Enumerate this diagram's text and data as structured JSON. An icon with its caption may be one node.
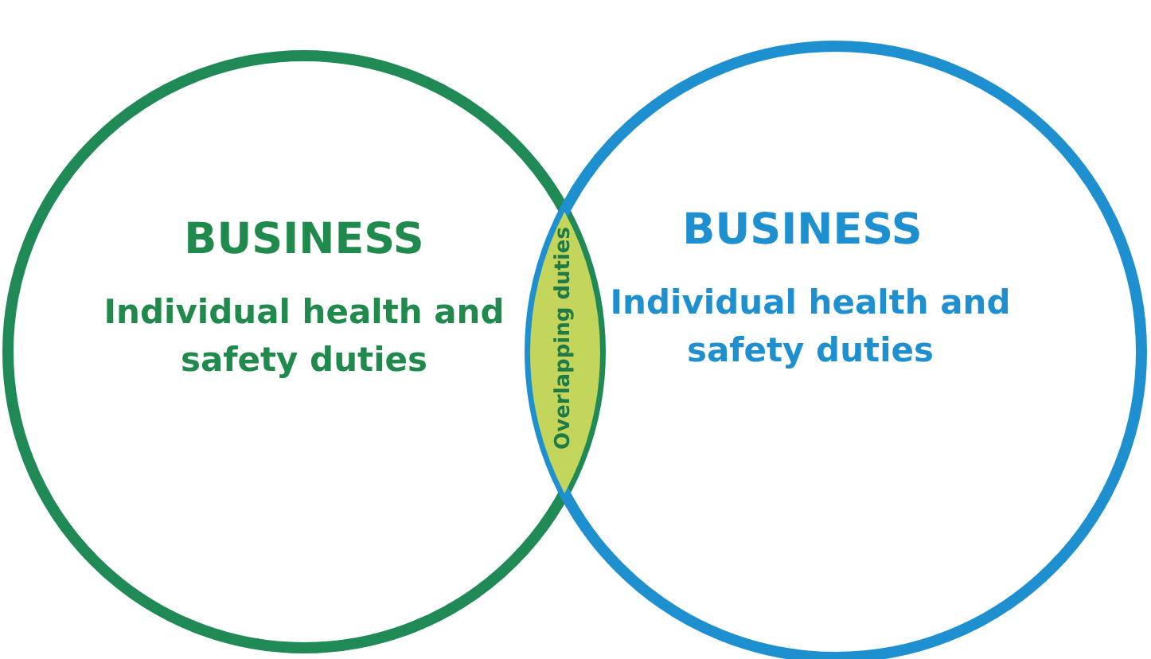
{
  "diagram": {
    "nodes": [
      {
        "text": [
          "BUSINESS",
          "Individual health and safety duties"
        ]
      },
      {
        "text": [
          "BUSINESS",
          "Individual health and safety duties"
        ]
      },
      {
        "text": [
          "Overlapping duties"
        ]
      }
    ]
  }
}
